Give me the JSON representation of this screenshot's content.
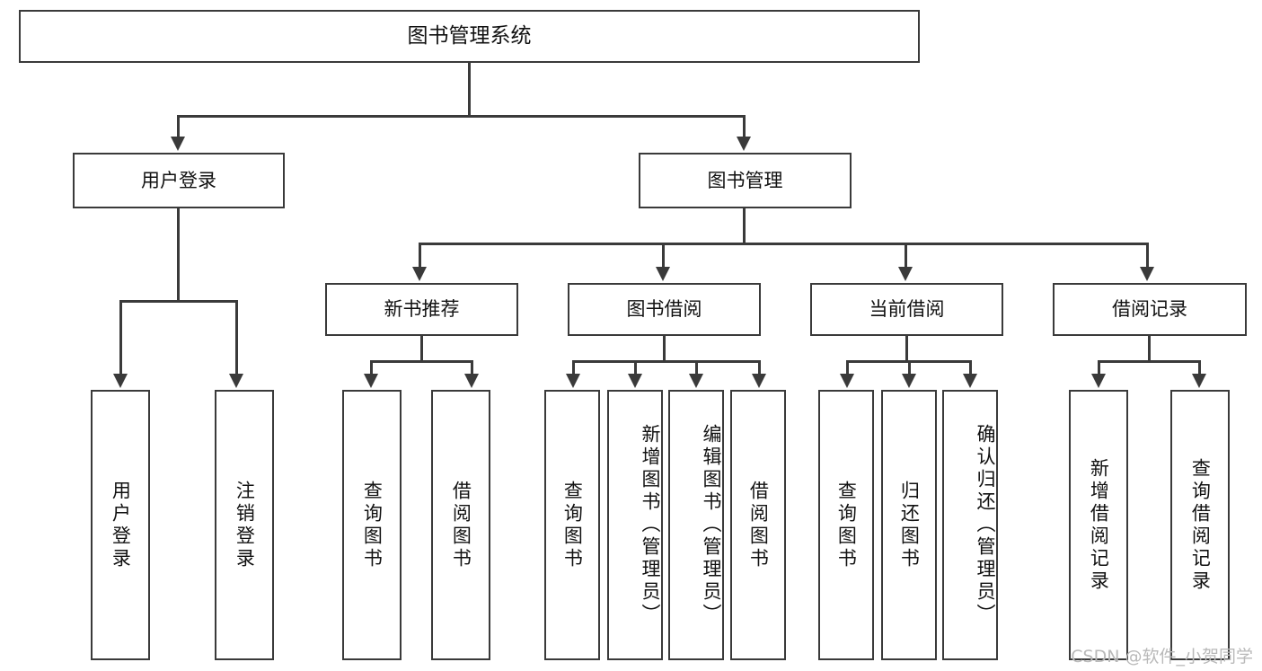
{
  "diagram": {
    "title": "图书管理系统",
    "type": "tree-hierarchy-diagram",
    "root": {
      "label": "图书管理系统"
    },
    "level2": [
      {
        "label": "用户登录"
      },
      {
        "label": "图书管理"
      }
    ],
    "level3": [
      {
        "label": "新书推荐"
      },
      {
        "label": "图书借阅"
      },
      {
        "label": "当前借阅"
      },
      {
        "label": "借阅记录"
      }
    ],
    "leaves": {
      "user_login": [
        {
          "label": "用户登录"
        },
        {
          "label": "注销登录"
        }
      ],
      "new_book_recommend": [
        {
          "label": "查询图书"
        },
        {
          "label": "借阅图书"
        }
      ],
      "book_borrow": [
        {
          "label": "查询图书"
        },
        {
          "label": "新增图书（管理员）"
        },
        {
          "label": "编辑图书（管理员）"
        },
        {
          "label": "借阅图书"
        }
      ],
      "current_borrow": [
        {
          "label": "查询图书"
        },
        {
          "label": "归还图书"
        },
        {
          "label": "确认归还（管理员）"
        }
      ],
      "borrow_record": [
        {
          "label": "新增借阅记录"
        },
        {
          "label": "查询借阅记录"
        }
      ]
    }
  },
  "watermark": {
    "text": "CSDN @软件_小贺同学"
  },
  "colors": {
    "stroke": "#3a3a3a",
    "text": "#111111",
    "background": "#ffffff",
    "watermark": "#b9b9b9"
  }
}
